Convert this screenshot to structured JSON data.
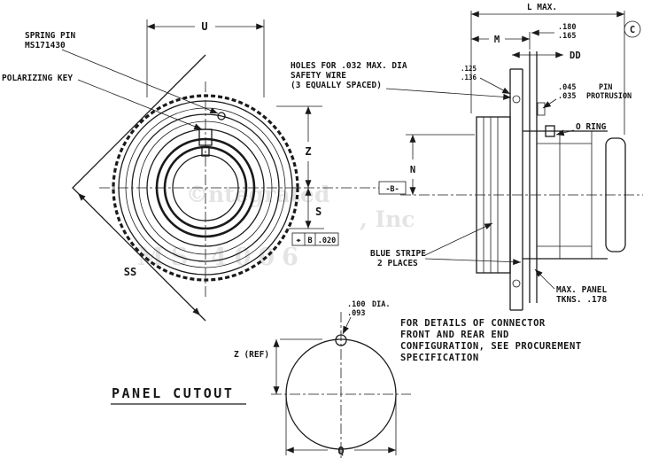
{
  "colors": {
    "ink": "#1a1a1a",
    "paper": "#ffffff",
    "watermark": "#8a8a8a"
  },
  "fv": {
    "spring_pin1": "SPRING PIN",
    "spring_pin2": "MS171430",
    "polarizing_key": "POLARIZING KEY",
    "dim_u": "U",
    "dim_z": "Z",
    "dim_s": "S",
    "dim_ss": "SS",
    "fcf_sym": "⌖",
    "fcf_datum": "B",
    "fcf_tol": ".020"
  },
  "sv": {
    "dim_l": "L MAX.",
    "dim_m": "M",
    "dim_180": ".180",
    "dim_165": ".165",
    "dim_dd": "DD",
    "rev": "C",
    "dim_045": ".045",
    "dim_035": ".035",
    "pin1": "PIN",
    "pin2": "PROTRUSION",
    "oring": "O RING",
    "holes1": "HOLES FOR .032 MAX. DIA",
    "holes2": "SAFETY WIRE",
    "holes3": "(3 EQUALLY SPACED)",
    "dim_125": ".125",
    "dim_136": ".136",
    "dim_n": "N",
    "datum_b": "-B-",
    "stripe1": "BLUE STRIPE",
    "stripe2": "2 PLACES",
    "panel1": "MAX. PANEL",
    "panel2": "TKNS. .178"
  },
  "cut": {
    "title": "PANEL CUTOUT",
    "z_ref": "Z (REF)",
    "dim_100": ".100",
    "dim_093": ".093",
    "dia": "DIA.",
    "dim_q": "Q"
  },
  "note": {
    "line1": "FOR DETAILS OF CONNECTOR",
    "line2": "FRONT AND REAR END",
    "line3": "CONFIGURATION, SEE PROCUREMENT",
    "line4": "SPECIFICATION"
  },
  "wm": {
    "line1": "©ntegrated",
    "line2": ", Inc",
    "line3": "MS 4006"
  }
}
